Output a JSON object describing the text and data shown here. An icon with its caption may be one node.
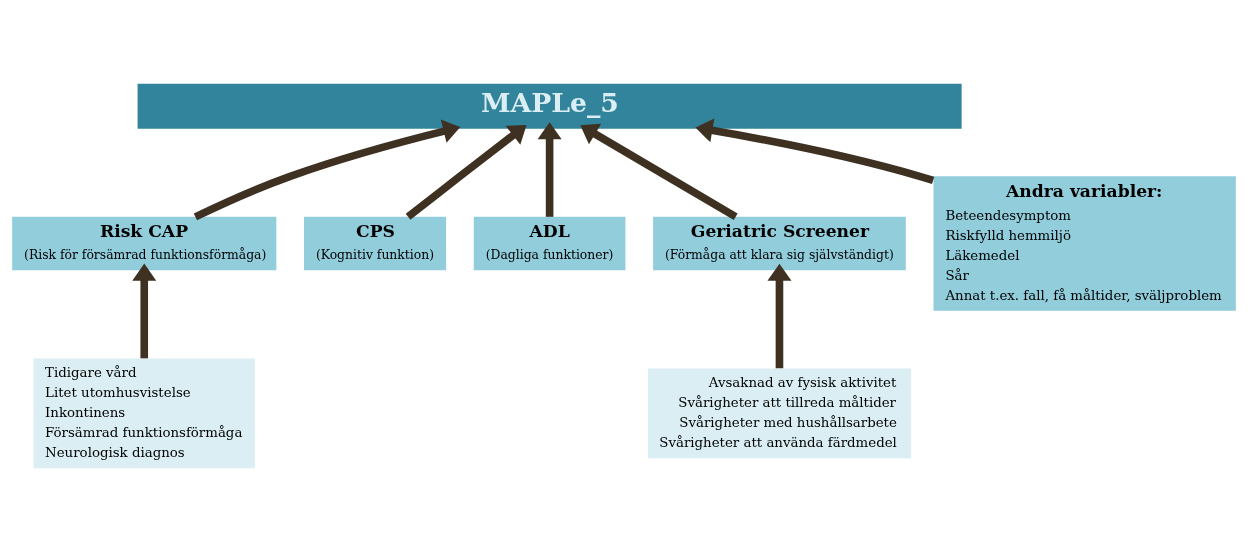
{
  "diagram": {
    "nodes": [
      {
        "text": [
          "MAPLe_5"
        ]
      },
      {
        "text": [
          "Risk CAP",
          "(Risk för försämrad funktionsförmåga)"
        ]
      },
      {
        "text": [
          "CPS",
          "(Kognitiv funktion)"
        ]
      },
      {
        "text": [
          "ADL",
          "(Dagliga funktioner)"
        ]
      },
      {
        "text": [
          "Geriatric Screener",
          "(Förmåga att klara sig självständigt)"
        ]
      },
      {
        "text": [
          "Andra variabler:",
          "Beteendesymptom",
          "Riskfylld hemmiljö",
          "Läkemedel",
          "Sår",
          "Annat t.ex. fall, få måltider, sväljproblem"
        ]
      },
      {
        "text": [
          "Tidigare vård",
          "Litet utomhusvistelse",
          "Inkontinens",
          "Försämrad funktionsförmåga",
          "Neurologisk diagnos"
        ]
      },
      {
        "text": [
          "Avsaknad av fysisk aktivitet",
          "Svårigheter att tillreda måltider",
          "Svårigheter med hushållsarbete",
          "Svårigheter att använda färdmedel"
        ]
      }
    ],
    "edges": [
      {
        "from": 1,
        "to": 0,
        "arrow": "to"
      },
      {
        "from": 2,
        "to": 0,
        "arrow": "to"
      },
      {
        "from": 3,
        "to": 0,
        "arrow": "to"
      },
      {
        "from": 4,
        "to": 0,
        "arrow": "to"
      },
      {
        "from": 5,
        "to": 0,
        "arrow": "to"
      },
      {
        "from": 6,
        "to": 1,
        "arrow": "to"
      },
      {
        "from": 7,
        "to": 4,
        "arrow": "to"
      }
    ]
  }
}
